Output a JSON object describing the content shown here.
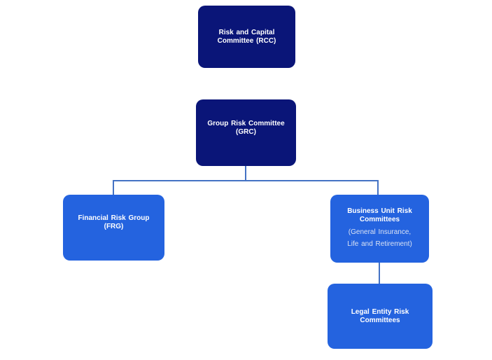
{
  "diagram": {
    "type": "org-chart",
    "nodes": {
      "rcc": {
        "style": "dark",
        "lines": [
          "Risk and Capital",
          "Committee (RCC)"
        ]
      },
      "grc": {
        "style": "dark",
        "lines": [
          "Group Risk Committee",
          "(GRC)"
        ]
      },
      "frg": {
        "style": "bright",
        "lines": [
          "Financial Risk Group",
          "(FRG)"
        ]
      },
      "bu": {
        "style": "bright",
        "lines": [
          "Business Unit Risk",
          "Committees"
        ],
        "sublines": [
          "(General Insurance,",
          "Life and Retirement)"
        ]
      },
      "le": {
        "style": "bright",
        "lines": [
          "Legal Entity Risk",
          "Committees"
        ]
      }
    },
    "edges": [
      {
        "from": "grc",
        "to": "frg"
      },
      {
        "from": "grc",
        "to": "bu"
      },
      {
        "from": "bu",
        "to": "le"
      }
    ],
    "colors": {
      "dark_node": "#0a1578",
      "bright_node": "#2463df",
      "connector": "#4472c4",
      "title_text": "#ffffff",
      "subtitle_text": "#d9e2f4",
      "background": "#ffffff"
    }
  }
}
